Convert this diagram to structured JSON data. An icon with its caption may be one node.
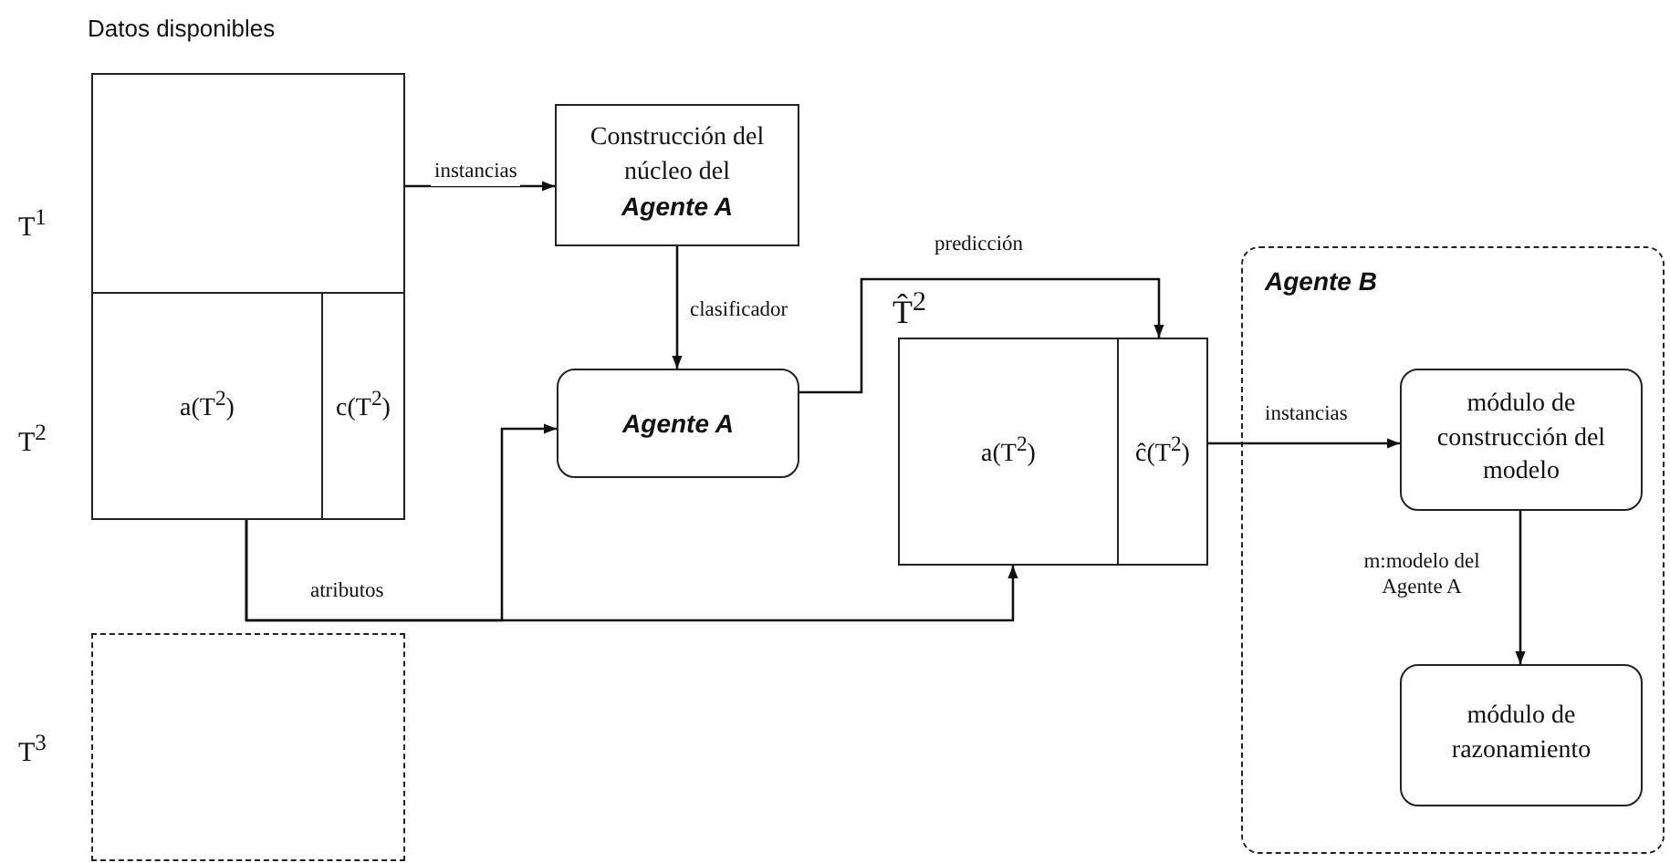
{
  "diagram": {
    "title": "Datos disponibles",
    "nodes": [
      {
        "text": [],
        "shape": "box"
      },
      {
        "text": [
          "a(T$^{2}$)"
        ]
      },
      {
        "text": [
          "c(T$^{2}$)"
        ]
      },
      {
        "text": [],
        "shape": "box"
      },
      {
        "text": [
          "Construcción del núcleo del **Agente A**"
        ]
      },
      {
        "text": [
          "Agente A"
        ]
      },
      {
        "text": [
          "T̂$^{2}$"
        ]
      },
      {
        "text": [
          "a(T$^{2}$)"
        ],
        "in": 6
      },
      {
        "text": [
          "ĉ(T$^{2}$)"
        ],
        "in": 6
      },
      {
        "text": [
          "Agente B"
        ]
      },
      {
        "text": [
          "módulo de construcción del modelo"
        ],
        "in": 9
      },
      {
        "text": [
          "módulo de razonamiento"
        ],
        "in": 9
      }
    ],
    "edges": [
      {
        "from": 0,
        "to": 4,
        "arrow": "to",
        "label": "instancias"
      },
      {
        "from": 4,
        "to": 5,
        "arrow": "to",
        "label": "clasificador"
      },
      {
        "from": 1,
        "to": 5,
        "arrow": "to",
        "label": "atributos"
      },
      {
        "from": 1,
        "to": 6,
        "arrow": "to"
      },
      {
        "from": 5,
        "to": 8,
        "arrow": "to",
        "label": "predicción"
      },
      {
        "from": 8,
        "to": 10,
        "arrow": "to",
        "label": "instancias"
      },
      {
        "from": 10,
        "to": 11,
        "arrow": "to",
        "label": "m:modelo del Agente A"
      }
    ],
    "labels": [
      "T$^{1}$",
      "T$^{2}$",
      "T$^{3}$"
    ]
  }
}
